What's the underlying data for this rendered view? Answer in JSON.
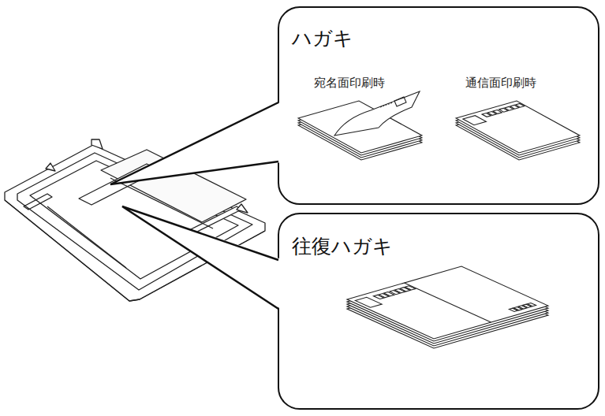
{
  "diagram": {
    "nodes": [
      {
        "text": [
          "ハガキ",
          "宛名面印刷時",
          "通信面印刷時"
        ]
      },
      {
        "text": [
          "往復ハガキ"
        ]
      }
    ]
  }
}
